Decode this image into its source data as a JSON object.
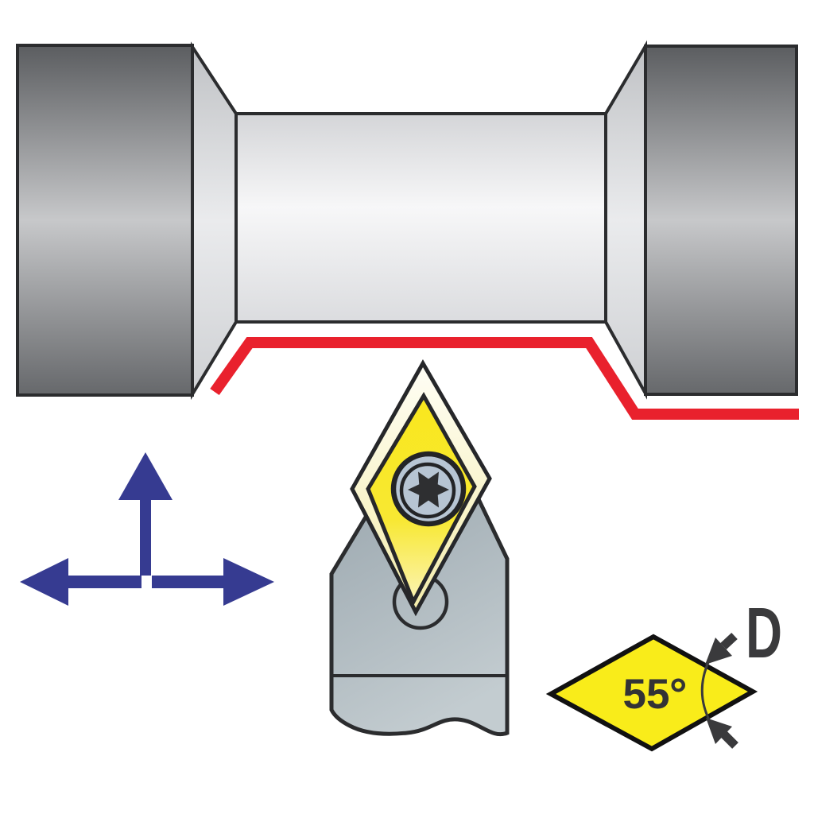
{
  "annotation": {
    "angle_value": "55",
    "degree_symbol": "°",
    "shape_code": "D"
  },
  "colors": {
    "toolpath_red": "#e9212d",
    "feed_arrow_blue": "#363b91",
    "annotation_diamond_yellow": "#f9ec1a",
    "annotation_diamond_stroke": "#111111",
    "screw_head_gray_blue": "#b7c5d3",
    "screw_star_dark": "#2e2f31",
    "outline_dark": "#2b2c2e",
    "label_dark": "#3a3a3c",
    "angle_text_dark": "#333335",
    "workpiece_end_dark": "#5b5d60",
    "workpiece_center_light": "#f7f7f8",
    "holder_gray": "#aab6bd",
    "insert_inner_yellow": "#f8e71f",
    "insert_outer_pale": "#fffdf0"
  },
  "icons": {
    "feed-direction-arrows-icon": "cross-arrows",
    "torx-screw-icon": "6-point-star",
    "angle-dimension-arrow-icon": "pointer-arrow"
  }
}
